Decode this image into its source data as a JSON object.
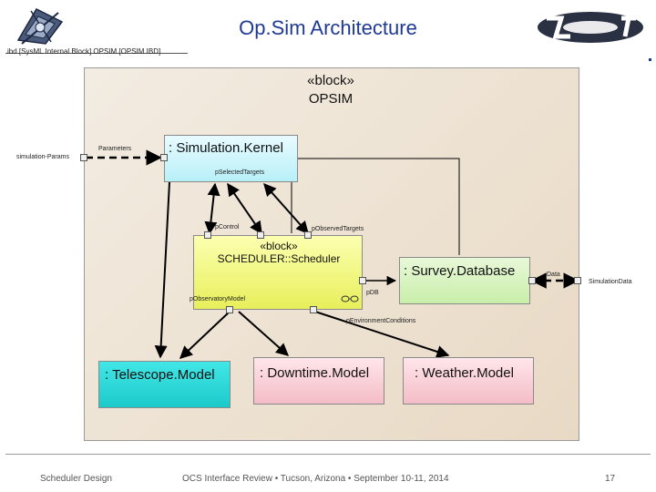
{
  "slide": {
    "title": "Op.Sim Architecture",
    "ibd_label": "ibd [SysML Internal Block] OPSIM [OPSIM IBD]"
  },
  "opsim_block": {
    "stereotype": "«block»",
    "name": "OPSIM"
  },
  "parts": {
    "simulation_kernel": ": Simulation.Kernel",
    "scheduler_stereotype": "«block»",
    "scheduler_name": "SCHEDULER::Scheduler",
    "survey_database": ": Survey.Database",
    "telescope_model": ": Telescope.Model",
    "downtime_model": ": Downtime.Model",
    "weather_model": ": Weather.Model"
  },
  "port_labels": {
    "simulation_params": "simulation-Params",
    "parameters": "Parameters",
    "selected_targets": "pSelectedTargets",
    "p_control": "pControl",
    "p_observed_targets": "pObservedTargets",
    "p_observatory_model": "pObservatoryModel",
    "p_db": "pDB",
    "p_environment_conditions": "pEnvironmentConditions",
    "data": "Data",
    "simulation_data": "SimulationData"
  },
  "footer": {
    "left": "Scheduler Design",
    "center": "OCS Interface Review • Tucson, Arizona • September 10-11, 2014",
    "page": "17"
  },
  "colors": {
    "title": "#1f3a93",
    "frame_bg": "#efe4d4",
    "kernel": "#c8f4fa",
    "scheduler": "#f1f47a",
    "survey_db": "#d8f3c0",
    "telescope": "#2ad9d9",
    "downtime": "#f8cdd5",
    "weather": "#f8cdd5"
  },
  "icons": {
    "left_logo": "telescope-logo-icon",
    "right_logo": "lsst-logo-icon",
    "composite_symbol": "composite-link-icon"
  }
}
